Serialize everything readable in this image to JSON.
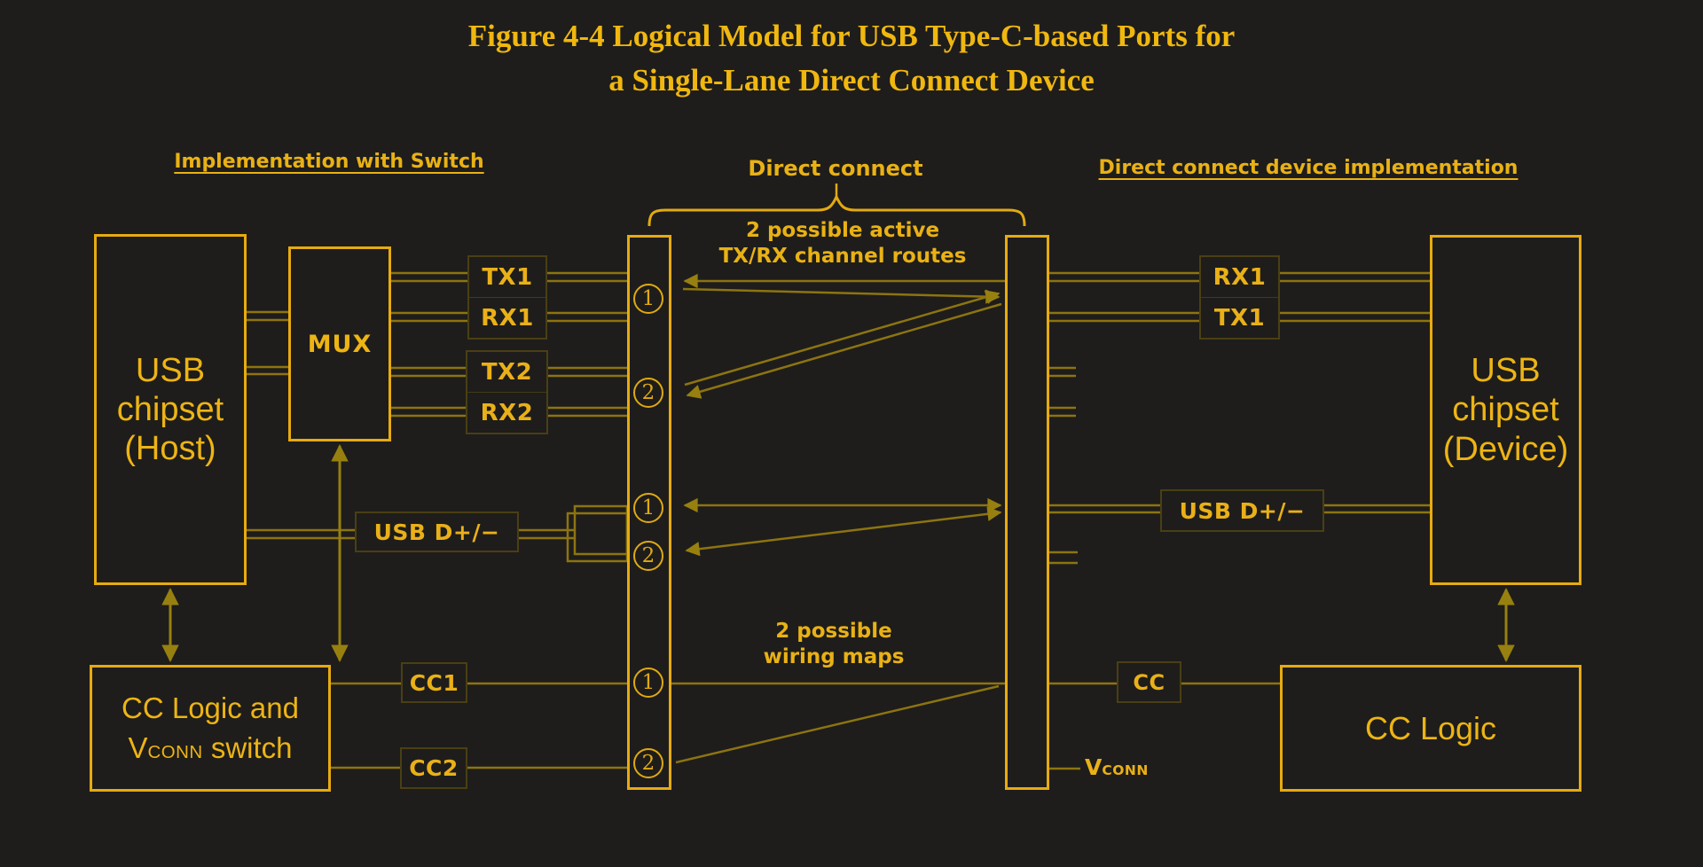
{
  "title": {
    "line1": "Figure 4-4  Logical Model for USB Type-C-based Ports for",
    "line2": "a Single-Lane Direct Connect Device"
  },
  "headings": {
    "left": "Implementation with Switch",
    "center": "Direct connect",
    "right": "Direct connect device implementation"
  },
  "notes": {
    "channel_routes": {
      "line1": "2 possible active",
      "line2": "TX/RX channel routes"
    },
    "wiring_maps": {
      "line1": "2 possible",
      "line2": "wiring maps"
    }
  },
  "host_side": {
    "chipset": {
      "line1": "USB",
      "line2": "chipset",
      "line3": "(Host)"
    },
    "mux": "MUX",
    "cc_switch": {
      "line1": "CC Logic and",
      "v": "V",
      "conn": "CONN",
      "rest": " switch"
    },
    "labels": {
      "tx1": "TX1",
      "rx1": "RX1",
      "tx2": "TX2",
      "rx2": "RX2",
      "usb_d": "USB D+/−",
      "cc1": "CC1",
      "cc2": "CC2"
    }
  },
  "device_side": {
    "chipset": {
      "line1": "USB",
      "line2": "chipset",
      "line3": "(Device)"
    },
    "cc_logic": "CC Logic",
    "labels": {
      "rx1": "RX1",
      "tx1": "TX1",
      "usb_d": "USB D+/−",
      "cc": "CC",
      "vconn_v": "V",
      "vconn_conn": "CONN"
    }
  },
  "connector_left": {
    "ports": [
      {
        "label": "1"
      },
      {
        "label": "2"
      },
      {
        "label": "1"
      },
      {
        "label": "2"
      },
      {
        "label": "1"
      },
      {
        "label": "2"
      }
    ]
  },
  "colors": {
    "background": "#1e1d1b",
    "gold": "#eab018",
    "title_gold": "#f0b70f",
    "wire_olive": "#8d7410",
    "faint_border": "#4a3f14"
  }
}
